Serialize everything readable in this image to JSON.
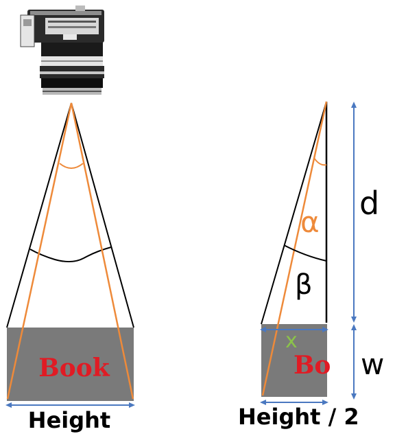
{
  "diagram": {
    "left": {
      "book_label": "Book",
      "width_label": "Height"
    },
    "right": {
      "book_label": "Bo",
      "width_label": "Height / 2",
      "alpha_label": "α",
      "beta_label": "β",
      "x_label": "x",
      "d_label": "d",
      "w_label": "w"
    },
    "colors": {
      "book": "#7a7a7a",
      "book_text": "#e01b24",
      "ray": "#ee8a3a",
      "dimension": "#4a78c0",
      "x_label": "#8bc34a",
      "outline": "#000000"
    }
  }
}
